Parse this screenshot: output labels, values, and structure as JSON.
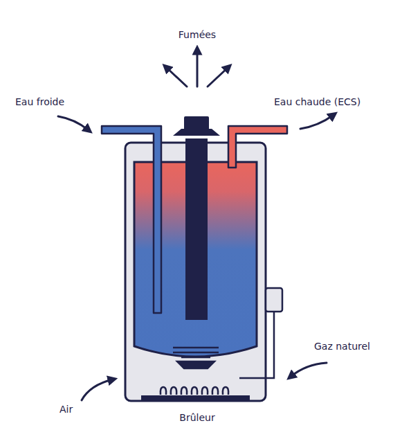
{
  "diagram": {
    "labels": [
      "Fumées",
      "Eau froide",
      "Eau chaude (ECS)",
      "Gaz naturel",
      "Air",
      "Brûleur"
    ]
  }
}
